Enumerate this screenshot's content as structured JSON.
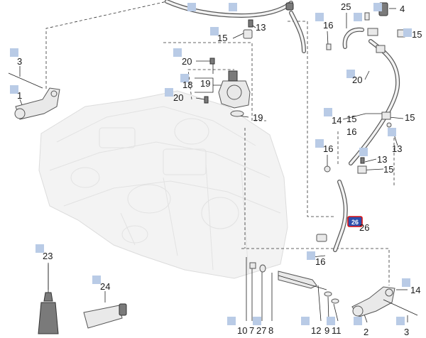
{
  "highlighted_label": "26",
  "labels": [
    {
      "text": "3"
    },
    {
      "text": "1"
    },
    {
      "text": "20"
    },
    {
      "text": "15"
    },
    {
      "text": "13"
    },
    {
      "text": "20"
    },
    {
      "text": "18"
    },
    {
      "text": "19"
    },
    {
      "text": "20"
    },
    {
      "text": "19"
    },
    {
      "text": "25"
    },
    {
      "text": "4"
    },
    {
      "text": "16"
    },
    {
      "text": "15"
    },
    {
      "text": "20"
    },
    {
      "text": "14"
    },
    {
      "text": "15"
    },
    {
      "text": "16"
    },
    {
      "text": "15"
    },
    {
      "text": "13"
    },
    {
      "text": "16"
    },
    {
      "text": "13"
    },
    {
      "text": "15"
    },
    {
      "text": "26"
    },
    {
      "text": "16"
    },
    {
      "text": "23"
    },
    {
      "text": "24"
    },
    {
      "text": "14"
    },
    {
      "text": "10"
    },
    {
      "text": "7"
    },
    {
      "text": "27"
    },
    {
      "text": "8"
    },
    {
      "text": "12"
    },
    {
      "text": "9"
    },
    {
      "text": "11"
    },
    {
      "text": "2"
    },
    {
      "text": "3"
    }
  ],
  "colors": {
    "marker_square": "#b9cbe6",
    "highlight_fill": "#2c4fae",
    "highlight_border": "#dd1111",
    "engine_ghost": "#f3f3f3"
  }
}
